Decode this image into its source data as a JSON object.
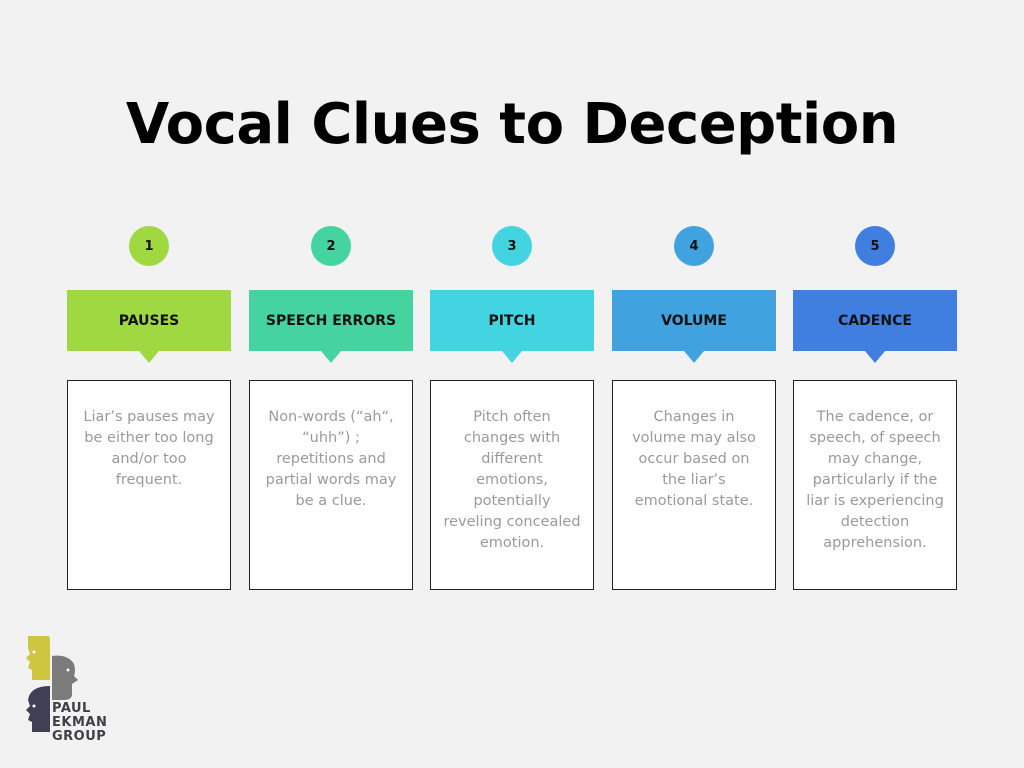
{
  "title": "Vocal Clues to Deception",
  "steps": [
    {
      "number": "1",
      "label": "PAUSES",
      "color": "#9fd840",
      "description": "Liar’s pauses may be either too long and/or too frequent."
    },
    {
      "number": "2",
      "label": "SPEECH ERRORS",
      "color": "#45d39f",
      "description": "Non-words (“ah“, “uhh”) ; repetitions and partial words may be a clue."
    },
    {
      "number": "3",
      "label": "PITCH",
      "color": "#43d4e2",
      "description": "Pitch often changes with different emotions, potentially reveling concealed emotion."
    },
    {
      "number": "4",
      "label": "VOLUME",
      "color": "#40a3e0",
      "description": "Changes in volume may also occur based on the liar’s emotional state."
    },
    {
      "number": "5",
      "label": "CADENCE",
      "color": "#407ee0",
      "description": "The cadence, or speech, of speech may change, particularly if the liar is experiencing detection apprehension."
    }
  ],
  "logo": {
    "line1": "PAUL",
    "line2": "EKMAN",
    "line3": "GROUP",
    "colors": {
      "yellow": "#cfc640",
      "gray": "#7b7b7b",
      "dark": "#3f3f55"
    }
  }
}
